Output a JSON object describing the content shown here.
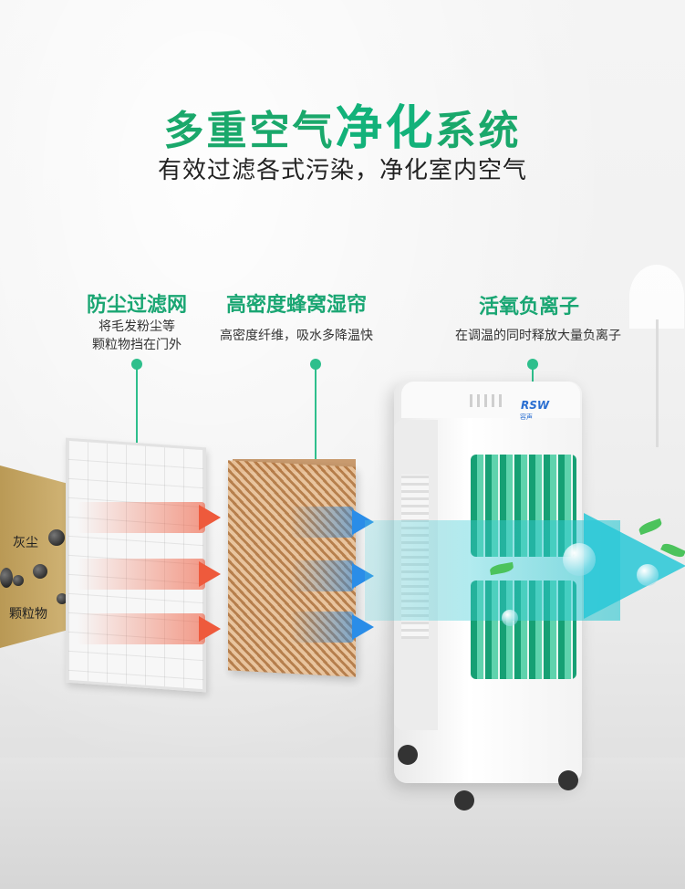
{
  "header": {
    "title_part1": "多重空气",
    "title_part2": "净化",
    "title_part3": "系统",
    "subtitle": "有效过滤各式污染，净化室内空气"
  },
  "features": [
    {
      "title": "防尘过滤网",
      "desc_line1": "将毛发粉尘等",
      "desc_line2": "颗粒物挡在门外"
    },
    {
      "title": "高密度蜂窝湿帘",
      "desc_line1": "高密度纤维，吸水多降温快"
    },
    {
      "title": "活氧负离子",
      "desc_line1": "在调温的同时释放大量负离子"
    }
  ],
  "dust_labels": {
    "label1": "灰尘",
    "label2": "颗粒物"
  },
  "product": {
    "logo": "RSW",
    "logo_sub": "容声"
  },
  "colors": {
    "accent_green": "#1aa86b",
    "arrow_red": "#ee5a3c",
    "arrow_blue": "#2a8de8",
    "beam_cyan": "#28c8d7"
  },
  "icons": [
    "dust-particle-icon",
    "red-arrow-icon",
    "blue-arrow-icon",
    "big-cyan-arrow-icon",
    "bubble-icon",
    "leaf-icon"
  ]
}
